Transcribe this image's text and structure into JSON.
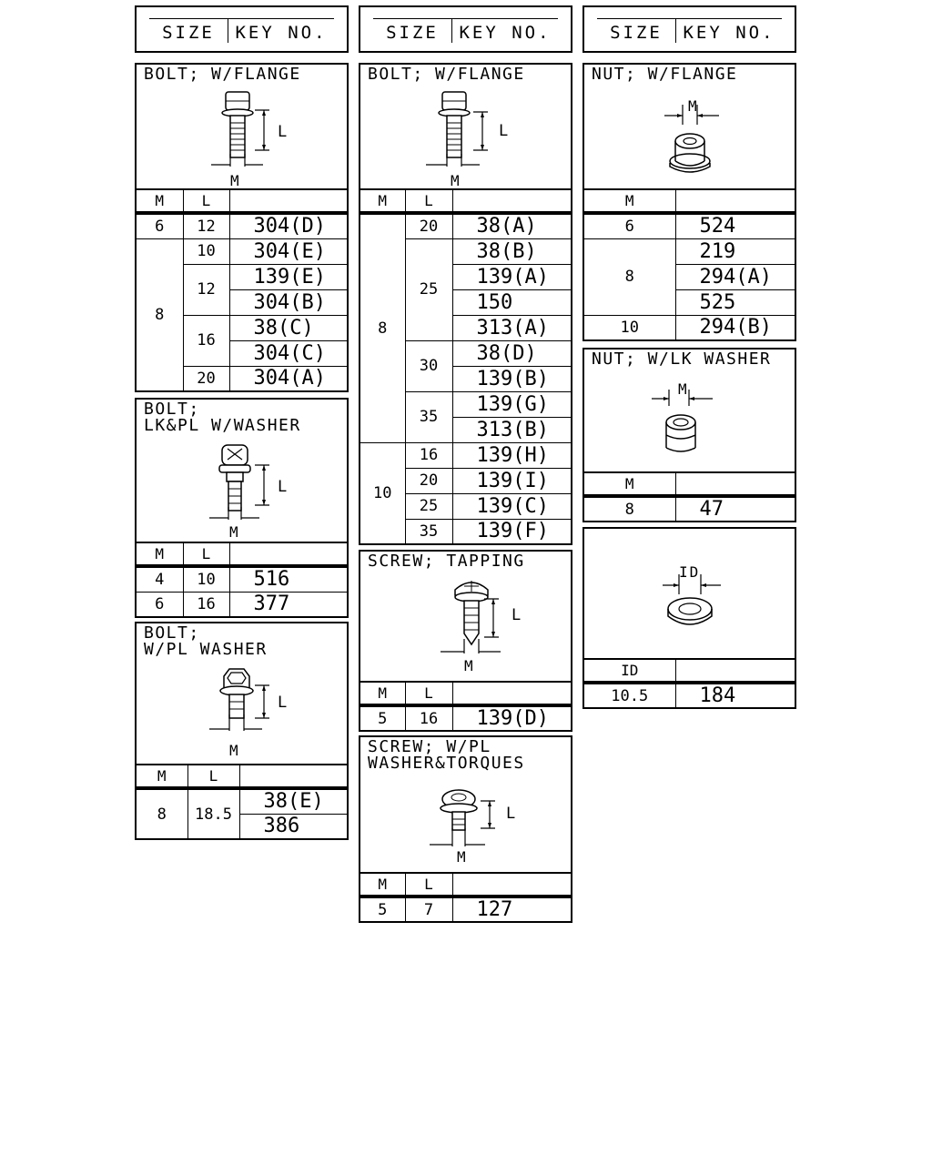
{
  "headers": {
    "size": "SIZE",
    "key_no": "KEY NO."
  },
  "bolt_flange_1": {
    "title": "BOLT; W/FLANGE",
    "dim_length": "L",
    "dim_m": "M",
    "col_m": "M",
    "col_l": "L",
    "rows": [
      {
        "m": "6",
        "l": "12",
        "key": "304(D)"
      },
      {
        "m": "8",
        "l": "10",
        "key": "304(E)"
      },
      {
        "l": "12",
        "key": "139(E)"
      },
      {
        "key": "304(B)"
      },
      {
        "l": "16",
        "key": "38(C)"
      },
      {
        "key": "304(C)"
      },
      {
        "l": "20",
        "key": "304(A)"
      }
    ]
  },
  "bolt_lkpl": {
    "title": "BOLT;\nLK&PL W/WASHER",
    "dim_length": "L",
    "dim_m": "M",
    "col_m": "M",
    "col_l": "L",
    "rows": [
      {
        "m": "4",
        "l": "10",
        "key": "516"
      },
      {
        "m": "6",
        "l": "16",
        "key": "377"
      }
    ]
  },
  "bolt_wpl": {
    "title": "BOLT;\nW/PL WASHER",
    "dim_length": "L",
    "dim_m": "M",
    "col_m": "M",
    "col_l": "L",
    "rows": [
      {
        "m": "8",
        "l": "18.5",
        "key": "38(E)"
      },
      {
        "key": "386"
      }
    ]
  },
  "bolt_flange_2": {
    "title": "BOLT; W/FLANGE",
    "dim_length": "L",
    "dim_m": "M",
    "col_m": "M",
    "col_l": "L",
    "rows": [
      {
        "m": "8",
        "l": "20",
        "key": "38(A)"
      },
      {
        "l": "25",
        "key": "38(B)"
      },
      {
        "key": "139(A)"
      },
      {
        "key": "150"
      },
      {
        "key": "313(A)"
      },
      {
        "l": "30",
        "key": "38(D)"
      },
      {
        "key": "139(B)"
      },
      {
        "l": "35",
        "key": "139(G)"
      },
      {
        "key": "313(B)"
      },
      {
        "m": "10",
        "l": "16",
        "key": "139(H)"
      },
      {
        "l": "20",
        "key": "139(I)"
      },
      {
        "l": "25",
        "key": "139(C)"
      },
      {
        "l": "35",
        "key": "139(F)"
      }
    ]
  },
  "screw_tapping": {
    "title": "SCREW; TAPPING",
    "dim_length": "L",
    "dim_m": "M",
    "col_m": "M",
    "col_l": "L",
    "rows": [
      {
        "m": "5",
        "l": "16",
        "key": "139(D)"
      }
    ]
  },
  "screw_wpl": {
    "title": "SCREW; W/PL\nWASHER&TORQUES",
    "dim_length": "L",
    "dim_m": "M",
    "col_m": "M",
    "col_l": "L",
    "rows": [
      {
        "m": "5",
        "l": "7",
        "key": "127"
      }
    ]
  },
  "nut_flange": {
    "title": "NUT; W/FLANGE",
    "dim_m": "M",
    "col_m": "M",
    "rows": [
      {
        "m": "6",
        "key": "524"
      },
      {
        "m": "8",
        "key": "219"
      },
      {
        "key": "294(A)"
      },
      {
        "key": "525"
      },
      {
        "m": "10",
        "key": "294(B)"
      }
    ]
  },
  "nut_lk": {
    "title": "NUT; W/LK WASHER",
    "dim_m": "M",
    "col_m": "M",
    "rows": [
      {
        "m": "8",
        "key": "47"
      }
    ]
  },
  "washer": {
    "dim_id": "ID",
    "col_id": "ID",
    "rows": [
      {
        "id": "10.5",
        "key": "184"
      }
    ]
  }
}
